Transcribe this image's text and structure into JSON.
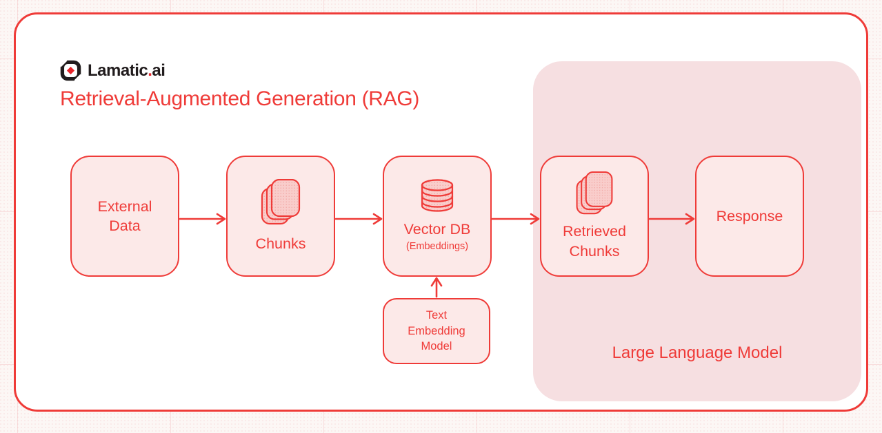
{
  "logo": {
    "brand": "Lamatic",
    "separator": ".",
    "suffix": "ai"
  },
  "title": "Retrieval-Augmented Generation (RAG)",
  "diagram": {
    "type": "flowchart",
    "nodes": {
      "external_data": {
        "label": "External Data"
      },
      "chunks": {
        "label": "Chunks",
        "icon": "stacked-cards-icon"
      },
      "vector_db": {
        "label": "Vector DB",
        "sublabel": "(Embeddings)",
        "icon": "database-icon"
      },
      "text_embedding_model": {
        "label": "Text Embedding Model"
      },
      "retrieved_chunks": {
        "label": "Retrieved Chunks",
        "icon": "stacked-cards-icon"
      },
      "response": {
        "label": "Response"
      }
    },
    "container": {
      "label": "Large Language Model",
      "contains": [
        "retrieved_chunks",
        "response"
      ]
    },
    "edges": [
      {
        "from": "external_data",
        "to": "chunks"
      },
      {
        "from": "chunks",
        "to": "vector_db"
      },
      {
        "from": "vector_db",
        "to": "retrieved_chunks"
      },
      {
        "from": "retrieved_chunks",
        "to": "response"
      },
      {
        "from": "text_embedding_model",
        "to": "vector_db"
      }
    ]
  },
  "colors": {
    "accent": "#EF3B38",
    "node_fill": "#FCE9E8",
    "icon_fill": "#F9CDCB",
    "container_fill": "#F6DFE1",
    "page_bg": "#FCF7F5",
    "logo_black": "#211C1D",
    "logo_red": "#E8262B"
  }
}
